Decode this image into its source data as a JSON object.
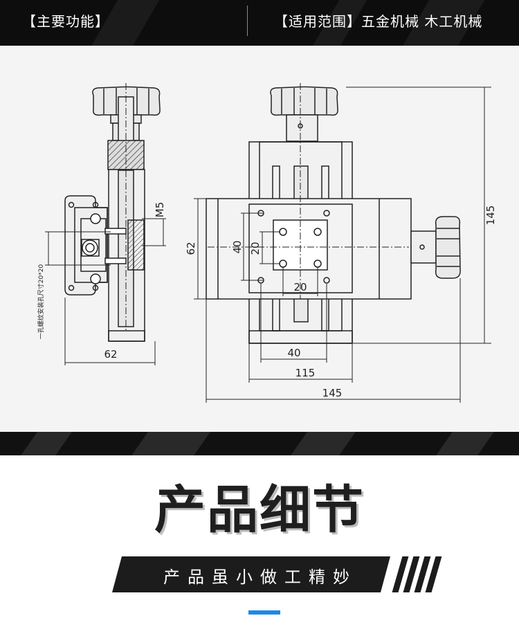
{
  "header": {
    "left_label": "【主要功能】",
    "right_label": "【适用范围】五金机械 木工机械"
  },
  "drawing": {
    "left_view": {
      "thread_label": "M5",
      "width_label": "62",
      "mount_note": "一孔螺纹安装孔尺寸20*20"
    },
    "right_view": {
      "height_label": "145",
      "side_62_label": "62",
      "inner_40_label": "40",
      "inner_20_label": "20",
      "hole_20_label": "20",
      "bottom_40_label": "40",
      "bottom_115_label": "115",
      "bottom_145_label": "145"
    }
  },
  "section": {
    "title": "产品细节",
    "subtitle": "产品虽小做工精妙"
  },
  "colors": {
    "header_bg": "#0d0d0d",
    "drawing_bg": "#f4f4f4",
    "title_text": "#1f1f1f",
    "banner_bg": "#1c1c1c",
    "accent": "#1e88e5"
  }
}
